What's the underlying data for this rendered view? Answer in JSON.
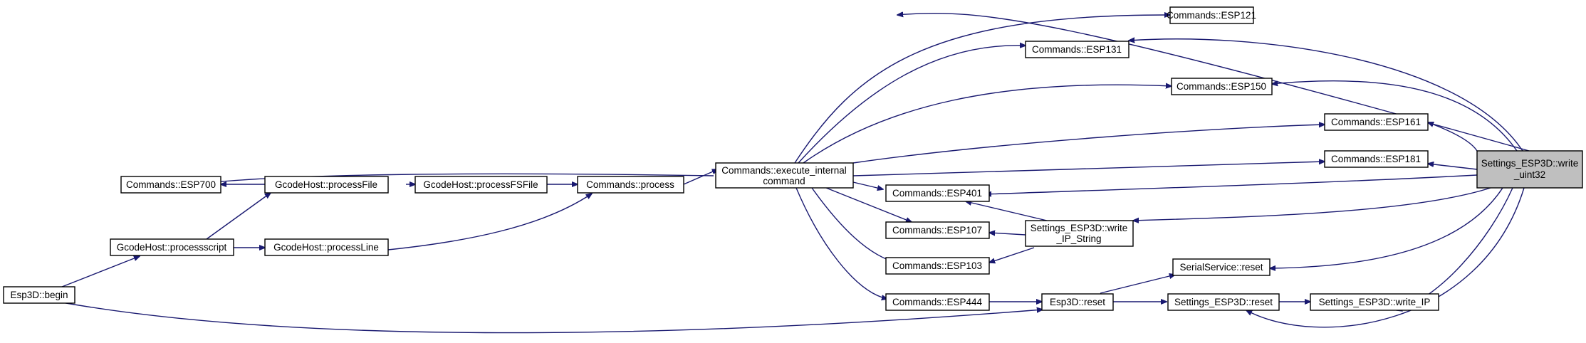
{
  "diagram": {
    "nodes": {
      "begin": {
        "label": "Esp3D::begin"
      },
      "processscript": {
        "label": "GcodeHost::processscript"
      },
      "esp700": {
        "label": "Commands::ESP700"
      },
      "processfile": {
        "label": "GcodeHost::processFile"
      },
      "processline": {
        "label": "GcodeHost::processLine"
      },
      "processfsfile": {
        "label": "GcodeHost::processFSFile"
      },
      "process": {
        "label": "Commands::process"
      },
      "execinternal": {
        "label": "Commands::execute_internal",
        "label2": "command"
      },
      "esp121": {
        "label": "Commands::ESP121"
      },
      "esp131": {
        "label": "Commands::ESP131"
      },
      "esp150": {
        "label": "Commands::ESP150"
      },
      "esp161": {
        "label": "Commands::ESP161"
      },
      "esp181": {
        "label": "Commands::ESP181"
      },
      "esp401": {
        "label": "Commands::ESP401"
      },
      "esp107": {
        "label": "Commands::ESP107"
      },
      "esp103": {
        "label": "Commands::ESP103"
      },
      "esp444": {
        "label": "Commands::ESP444"
      },
      "writeipstring": {
        "label": "Settings_ESP3D::write",
        "label2": "_IP_String"
      },
      "serialreset": {
        "label": "SerialService::reset"
      },
      "esp3dreset": {
        "label": "Esp3D::reset"
      },
      "settingsreset": {
        "label": "Settings_ESP3D::reset"
      },
      "writeip": {
        "label": "Settings_ESP3D::write_IP"
      },
      "writeuint32": {
        "label": "Settings_ESP3D::write",
        "label2": "_uint32"
      }
    }
  }
}
